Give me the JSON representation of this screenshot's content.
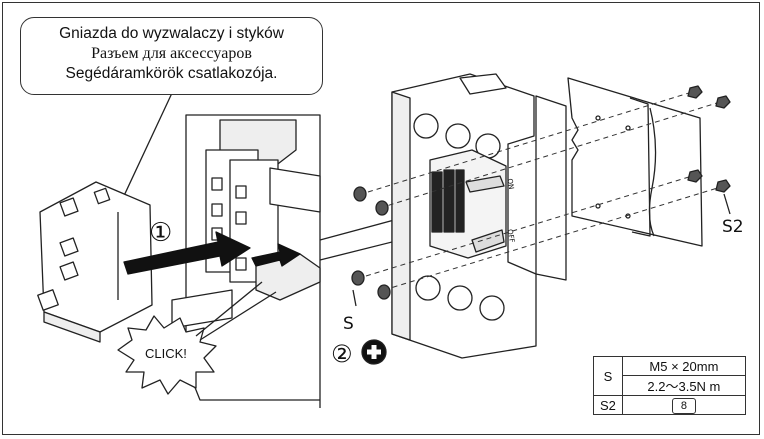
{
  "callout": {
    "line_pl": "Gniazda do wyzwalaczy i styków",
    "line_ru": "Разъем для аксессуаров",
    "line_hu": "Segédáramkörök csatlakozója."
  },
  "step_labels": {
    "step1": "①",
    "step2": "②",
    "click": "CLICK!"
  },
  "screw_labels": {
    "s": "S",
    "s2": "S2"
  },
  "switch_marks": {
    "on": "ON",
    "off": "OFF"
  },
  "spec_table": {
    "rows": [
      {
        "code": "S",
        "value": "M5 × 20mm"
      },
      {
        "code": "",
        "value": "2.2〜3.5N m"
      },
      {
        "code": "S2",
        "value": "8"
      }
    ]
  },
  "colors": {
    "line": "#222222",
    "fill": "#ffffff",
    "shade": "#d9d9d9"
  }
}
